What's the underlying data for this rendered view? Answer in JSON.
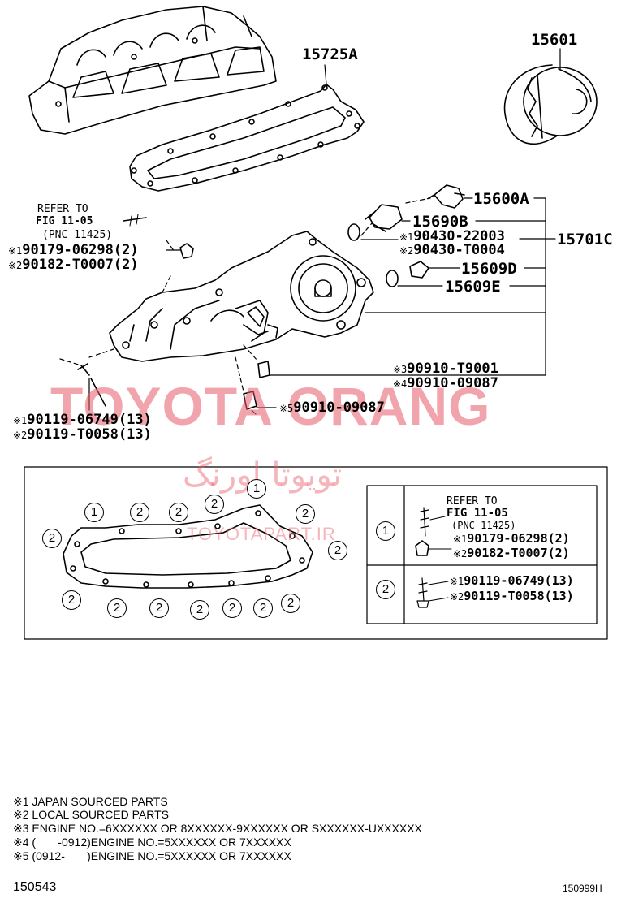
{
  "watermark": {
    "brand": "TOYOTA ORANG",
    "persian": "تویوتا اورنگ",
    "site": "TOYOTAPART.IR"
  },
  "callouts": {
    "p15725A": "15725A",
    "p15601": "15601",
    "p15600A": "15600A",
    "p15690B": "15690B",
    "p15701C": "15701C",
    "m1": "※1",
    "p90430_22003": "90430-22003",
    "m2": "※2",
    "p90430_T0004": "90430-T0004",
    "p15609D": "15609D",
    "p15609E": "15609E",
    "ref_title": "REFER TO",
    "ref_fig": "FIG 11-05",
    "ref_pnc": "(PNC 11425)",
    "p90179_06298": "90179-06298(2)",
    "p90182_T0007": "90182-T0007(2)",
    "m3": "※3",
    "p90910_T9001": "90910-T9001",
    "m4": "※4",
    "p90910_09087a": "90910-09087",
    "m5": "※5",
    "p90910_09087b": "90910-09087",
    "p90119_06749": "90119-06749(13)",
    "p90119_T0058": "90119-T0058(13)"
  },
  "gasket_marks": [
    "1",
    "2"
  ],
  "legend": {
    "row1": {
      "symbol": "1",
      "ref_title": "REFER TO",
      "ref_fig": "FIG 11-05",
      "ref_pnc": "(PNC 11425)",
      "m1": "※1",
      "part1": "90179-06298(2)",
      "m2": "※2",
      "part2": "90182-T0007(2)"
    },
    "row2": {
      "symbol": "2",
      "m1": "※1",
      "part1": "90119-06749(13)",
      "m2": "※2",
      "part2": "90119-T0058(13)"
    }
  },
  "notes": [
    "※1 JAPAN SOURCED PARTS",
    "※2 LOCAL SOURCED PARTS",
    "※3 ENGINE NO.=6XXXXXX OR 8XXXXXX-9XXXXXX OR SXXXXXX-UXXXXXX",
    "※4 (       -0912)ENGINE NO.=5XXXXXX OR 7XXXXXX",
    "※5 (0912-       )ENGINE NO.=5XXXXXX OR 7XXXXXX"
  ],
  "footer": {
    "left_code": "150543",
    "right_code": "150999H"
  }
}
